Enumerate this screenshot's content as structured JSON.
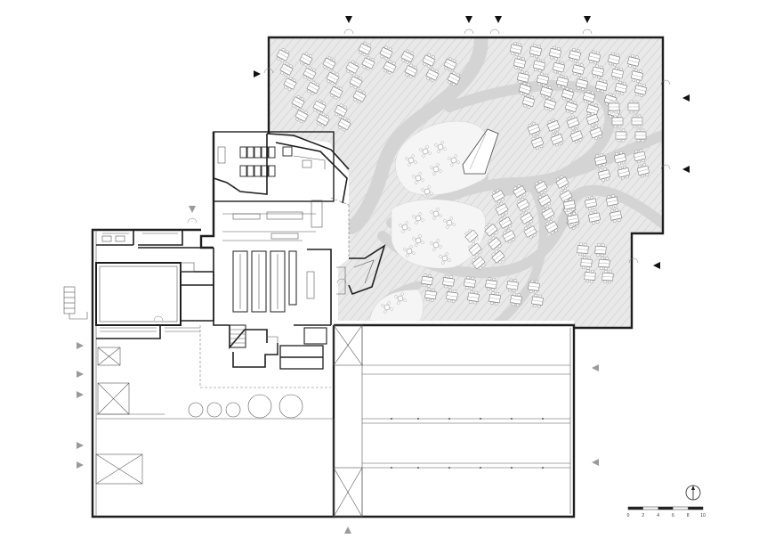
{
  "scale_bar": {
    "ticks": [
      "0",
      "2",
      "4",
      "6",
      "8",
      "10"
    ]
  },
  "north_arrow": {
    "icon": "north-arrow-icon"
  },
  "colors": {
    "line": "#1e1e1e",
    "office_fill": "#e9e9e9",
    "hatch": "#b9b9b9",
    "circulation": "#d4d4d4",
    "marker_solid": "#111111",
    "marker_outline": "#9a9a9a"
  }
}
